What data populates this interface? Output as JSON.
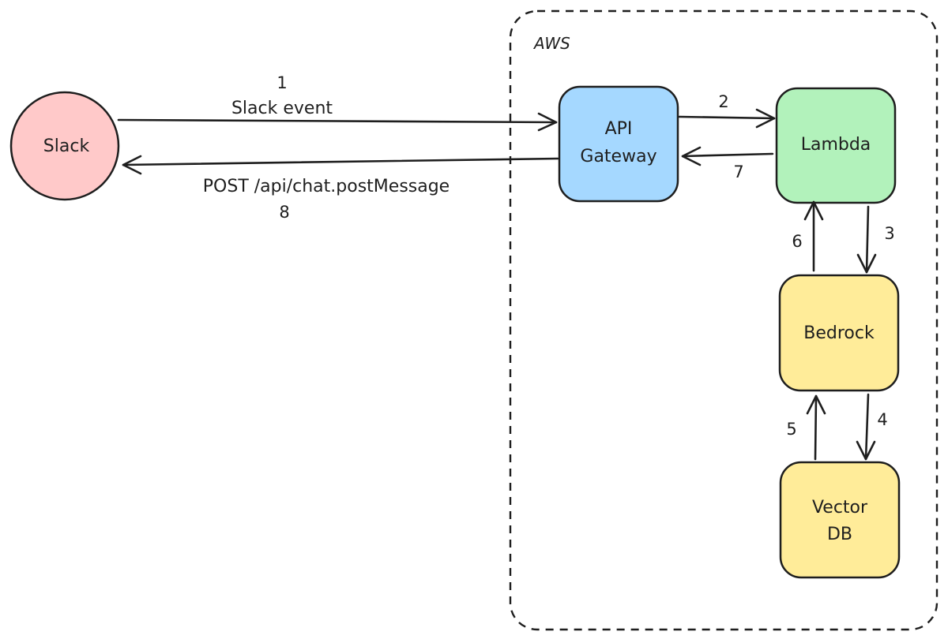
{
  "group": {
    "label": "AWS"
  },
  "nodes": {
    "slack": {
      "label": "Slack",
      "fill": "#ffc9c9"
    },
    "api_gateway": {
      "line1": "API",
      "line2": "Gateway",
      "fill": "#a5d8ff"
    },
    "lambda": {
      "label": "Lambda",
      "fill": "#b2f2bb"
    },
    "bedrock": {
      "label": "Bedrock",
      "fill": "#ffec99"
    },
    "vector_db": {
      "line1": "Vector",
      "line2": "DB",
      "fill": "#ffec99"
    }
  },
  "edges": {
    "e1": {
      "number": "1",
      "text": "Slack event"
    },
    "e2": {
      "number": "2"
    },
    "e3": {
      "number": "3"
    },
    "e4": {
      "number": "4"
    },
    "e5": {
      "number": "5"
    },
    "e6": {
      "number": "6"
    },
    "e7": {
      "number": "7"
    },
    "e8": {
      "number": "8",
      "text": "POST /api/chat.postMessage"
    }
  },
  "colors": {
    "stroke": "#1e1e1e",
    "background": "#ffffff"
  }
}
